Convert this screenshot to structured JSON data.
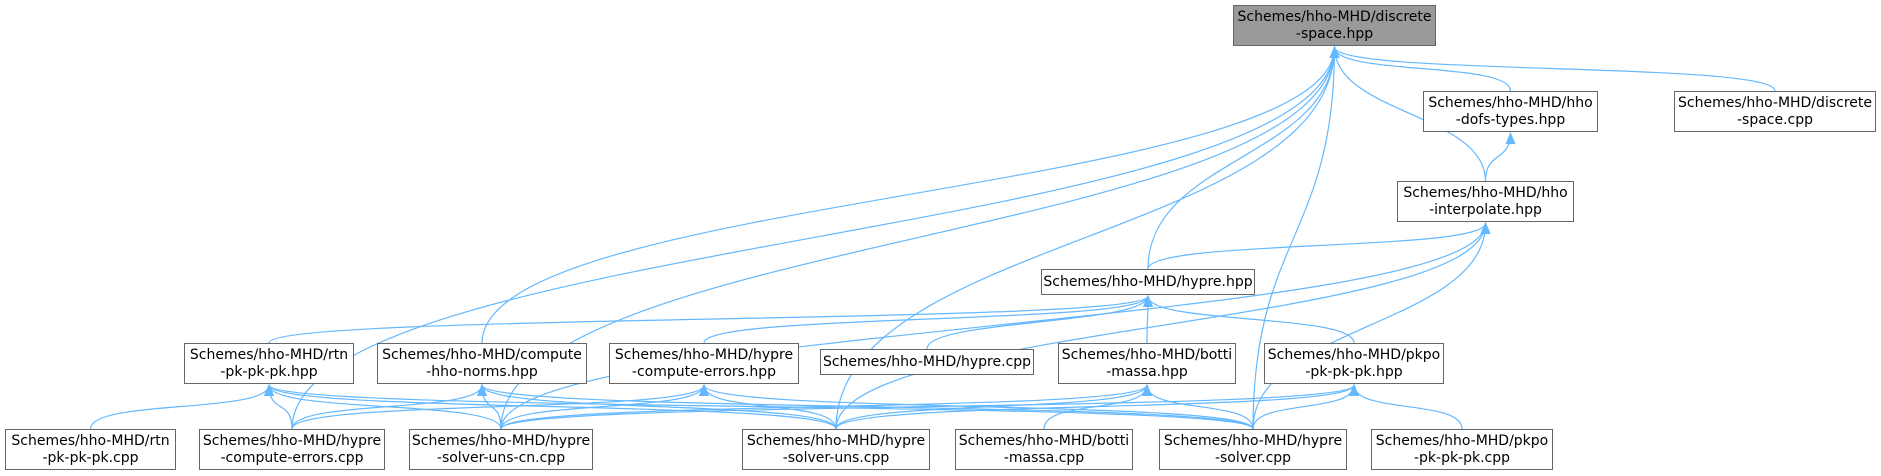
{
  "colors": {
    "edge": "#63b8ff",
    "border": "#666666",
    "root_fill": "#999999",
    "node_fill": "#ffffff"
  },
  "nodes": {
    "discrete_space_hpp": {
      "line1": "Schemes/hho-MHD/discrete",
      "line2": "-space.hpp",
      "root": true
    },
    "dofs_types_hpp": {
      "line1": "Schemes/hho-MHD/hho",
      "line2": "-dofs-types.hpp"
    },
    "discrete_space_cpp": {
      "line1": "Schemes/hho-MHD/discrete",
      "line2": "-space.cpp"
    },
    "interpolate_hpp": {
      "line1": "Schemes/hho-MHD/hho",
      "line2": "-interpolate.hpp"
    },
    "hypre_hpp": {
      "line1": "Schemes/hho-MHD/hypre.hpp"
    },
    "rtn_hpp": {
      "line1": "Schemes/hho-MHD/rtn",
      "line2": "-pk-pk-pk.hpp"
    },
    "compute_norms_hpp": {
      "line1": "Schemes/hho-MHD/compute",
      "line2": "-hho-norms.hpp"
    },
    "hypre_compute_errors_hpp": {
      "line1": "Schemes/hho-MHD/hypre",
      "line2": "-compute-errors.hpp"
    },
    "hypre_cpp": {
      "line1": "Schemes/hho-MHD/hypre.cpp"
    },
    "botti_hpp": {
      "line1": "Schemes/hho-MHD/botti",
      "line2": "-massa.hpp"
    },
    "pkpo_hpp": {
      "line1": "Schemes/hho-MHD/pkpo",
      "line2": "-pk-pk-pk.hpp"
    },
    "rtn_cpp": {
      "line1": "Schemes/hho-MHD/rtn",
      "line2": "-pk-pk-pk.cpp"
    },
    "hypre_compute_errors_cpp": {
      "line1": "Schemes/hho-MHD/hypre",
      "line2": "-compute-errors.cpp"
    },
    "solver_uns_cn_cpp": {
      "line1": "Schemes/hho-MHD/hypre",
      "line2": "-solver-uns-cn.cpp"
    },
    "solver_uns_cpp": {
      "line1": "Schemes/hho-MHD/hypre",
      "line2": "-solver-uns.cpp"
    },
    "botti_cpp": {
      "line1": "Schemes/hho-MHD/botti",
      "line2": "-massa.cpp"
    },
    "solver_cpp": {
      "line1": "Schemes/hho-MHD/hypre",
      "line2": "-solver.cpp"
    },
    "pkpo_cpp": {
      "line1": "Schemes/hho-MHD/pkpo",
      "line2": "-pk-pk-pk.cpp"
    }
  },
  "edges": [
    {
      "from": "dofs_types_hpp",
      "to": "discrete_space_hpp"
    },
    {
      "from": "discrete_space_cpp",
      "to": "discrete_space_hpp"
    },
    {
      "from": "interpolate_hpp",
      "to": "discrete_space_hpp"
    },
    {
      "from": "hypre_hpp",
      "to": "discrete_space_hpp"
    },
    {
      "from": "compute_norms_hpp",
      "to": "discrete_space_hpp"
    },
    {
      "from": "hypre_compute_errors_cpp",
      "to": "discrete_space_hpp"
    },
    {
      "from": "solver_uns_cn_cpp",
      "to": "discrete_space_hpp"
    },
    {
      "from": "solver_uns_cpp",
      "to": "discrete_space_hpp"
    },
    {
      "from": "solver_cpp",
      "to": "discrete_space_hpp"
    },
    {
      "from": "interpolate_hpp",
      "to": "dofs_types_hpp"
    },
    {
      "from": "hypre_hpp",
      "to": "interpolate_hpp"
    },
    {
      "from": "solver_uns_cn_cpp",
      "to": "interpolate_hpp"
    },
    {
      "from": "solver_uns_cpp",
      "to": "interpolate_hpp"
    },
    {
      "from": "solver_cpp",
      "to": "interpolate_hpp"
    },
    {
      "from": "rtn_hpp",
      "to": "hypre_hpp"
    },
    {
      "from": "hypre_compute_errors_hpp",
      "to": "hypre_hpp"
    },
    {
      "from": "hypre_cpp",
      "to": "hypre_hpp"
    },
    {
      "from": "botti_hpp",
      "to": "hypre_hpp"
    },
    {
      "from": "pkpo_hpp",
      "to": "hypre_hpp"
    },
    {
      "from": "rtn_cpp",
      "to": "rtn_hpp"
    },
    {
      "from": "hypre_compute_errors_cpp",
      "to": "rtn_hpp"
    },
    {
      "from": "solver_uns_cn_cpp",
      "to": "rtn_hpp"
    },
    {
      "from": "solver_uns_cpp",
      "to": "rtn_hpp"
    },
    {
      "from": "solver_cpp",
      "to": "rtn_hpp"
    },
    {
      "from": "hypre_compute_errors_cpp",
      "to": "compute_norms_hpp"
    },
    {
      "from": "solver_uns_cn_cpp",
      "to": "compute_norms_hpp"
    },
    {
      "from": "solver_uns_cpp",
      "to": "compute_norms_hpp"
    },
    {
      "from": "solver_cpp",
      "to": "compute_norms_hpp"
    },
    {
      "from": "hypre_compute_errors_cpp",
      "to": "hypre_compute_errors_hpp"
    },
    {
      "from": "solver_uns_cn_cpp",
      "to": "hypre_compute_errors_hpp"
    },
    {
      "from": "solver_uns_cpp",
      "to": "hypre_compute_errors_hpp"
    },
    {
      "from": "solver_cpp",
      "to": "hypre_compute_errors_hpp"
    },
    {
      "from": "botti_cpp",
      "to": "botti_hpp"
    },
    {
      "from": "solver_uns_cn_cpp",
      "to": "botti_hpp"
    },
    {
      "from": "solver_uns_cpp",
      "to": "botti_hpp"
    },
    {
      "from": "solver_cpp",
      "to": "botti_hpp"
    },
    {
      "from": "pkpo_cpp",
      "to": "pkpo_hpp"
    },
    {
      "from": "solver_uns_cn_cpp",
      "to": "pkpo_hpp"
    },
    {
      "from": "solver_uns_cpp",
      "to": "pkpo_hpp"
    },
    {
      "from": "solver_cpp",
      "to": "pkpo_hpp"
    }
  ]
}
